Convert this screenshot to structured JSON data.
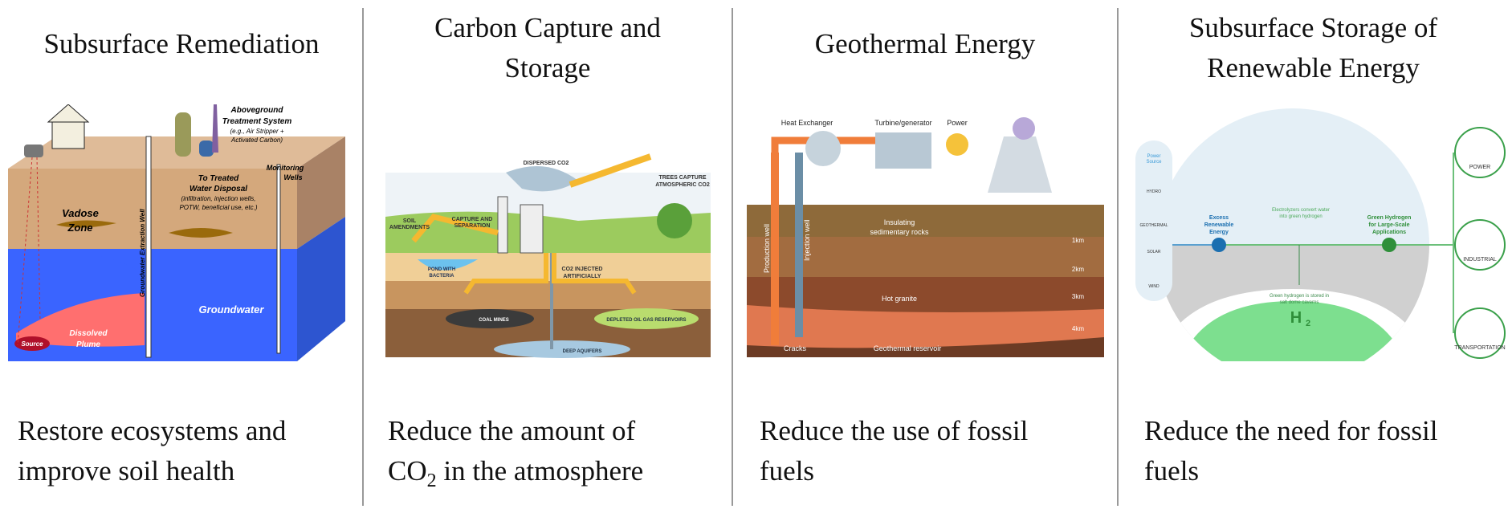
{
  "panels": [
    {
      "title": "Subsurface Remediation",
      "caption_line1": "Restore ecosystems and",
      "caption_line2": "improve soil health",
      "labels": {
        "treatment1": "Aboveground",
        "treatment2": "Treatment System",
        "treatment3": "(e.g., Air Stripper +",
        "treatment4": "Activated Carbon)",
        "disposal1": "To Treated",
        "disposal2": "Water Disposal",
        "disposal3": "(infiltration, injection wells,",
        "disposal4": "POTW, beneficial use, etc.)",
        "monitoring1": "Monitoring",
        "monitoring2": "Wells",
        "vadose1": "Vadose",
        "vadose2": "Zone",
        "well": "Groundwater Extraction Well",
        "groundwater": "Groundwater",
        "plume1": "Dissolved",
        "plume2": "Plume",
        "source": "Source"
      }
    },
    {
      "title_line1": "Carbon Capture and",
      "title_line2": "Storage",
      "caption_line1": "Reduce the amount of",
      "caption_co": "CO",
      "caption_sub": "2",
      "caption_rest": " in the atmosphere",
      "labels": {
        "dispersed": "DISPERSED CO2",
        "trees1": "TREES CAPTURE",
        "trees2": "ATMOSPHERIC CO2",
        "soil1": "SOIL",
        "soil2": "AMENDMENTS",
        "capture1": "CAPTURE AND",
        "capture2": "SEPARATION",
        "pond1": "POND WITH",
        "pond2": "BACTERIA",
        "injected1": "CO2 INJECTED",
        "injected2": "ARTIFICIALLY",
        "coal": "COAL MINES",
        "depleted": "DEPLETED OIL GAS RESERVOIRS",
        "aquifers": "DEEP AQUIFERS"
      }
    },
    {
      "title": "Geothermal Energy",
      "caption_line1": "Reduce the use of  fossil",
      "caption_line2": "fuels",
      "labels": {
        "heat": "Heat Exchanger",
        "turbine": "Turbine/generator",
        "power": "Power",
        "production": "Production well",
        "injection": "Injection well",
        "insulating1": "Insulating",
        "insulating2": "sedimentary rocks",
        "granite": "Hot granite",
        "cracks": "Cracks",
        "reservoir": "Geothermal reservoir",
        "depths": [
          "1km",
          "2km",
          "3km",
          "4km"
        ]
      }
    },
    {
      "title_line1": "Subsurface Storage of",
      "title_line2": "Renewable Energy",
      "caption_line1": "Reduce the need for fossil",
      "caption_line2": "fuels",
      "labels": {
        "power_source1": "Power",
        "power_source2": "Source",
        "sources": [
          "HYDRO",
          "GEOTHERMAL",
          "SOLAR",
          "WIND"
        ],
        "excess1": "Excess",
        "excess2": "Renewable",
        "excess3": "Energy",
        "electro1": "Electrolyzers convert water",
        "electro2": "into green hydrogen",
        "green1": "Green Hydrogen",
        "green2": "for Large-Scale",
        "green3": "Applications",
        "stored1": "Green hydrogen is stored in",
        "stored2": "salt dome caverns",
        "h2": "H",
        "h2sub": "2",
        "apps": [
          "POWER",
          "INDUSTRIAL",
          "TRANSPORTATION"
        ]
      }
    }
  ],
  "colors": {
    "water": "#3a64ff",
    "soil": "#d4a87c",
    "plume": "#ff6f6f",
    "arrow": "#f5b830",
    "green": "#3aa04a",
    "blue": "#1b6fb0"
  }
}
